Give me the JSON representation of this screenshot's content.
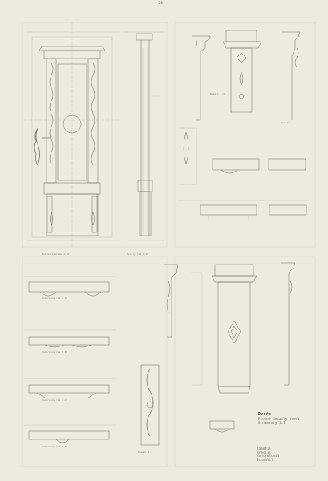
{
  "sheet": {
    "paper_color": "#efeadf",
    "line_color": "#6f685c",
    "faint_color": "#a9a295",
    "sheet_number": "28",
    "title_block": {
      "title": "Dveře",
      "subtitle": "Plošné detaily dveří",
      "note": "Ornamenty 1:1"
    },
    "signature_block": {
      "lines": [
        "Zaměřil",
        "Kreslil",
        "Kontroloval",
        "Schválil"
      ]
    },
    "view_captions": [
      "Pohled zepředu 1:10",
      "Svislý řez 1:10",
      "Vodorovný řez A-A",
      "Vodorovný řez B-B",
      "Vodorovný řez C-C",
      "Vodorovný řez D-D",
      "Detail 1:5",
      "Řez 1:1",
      "Kování 1:1"
    ]
  }
}
